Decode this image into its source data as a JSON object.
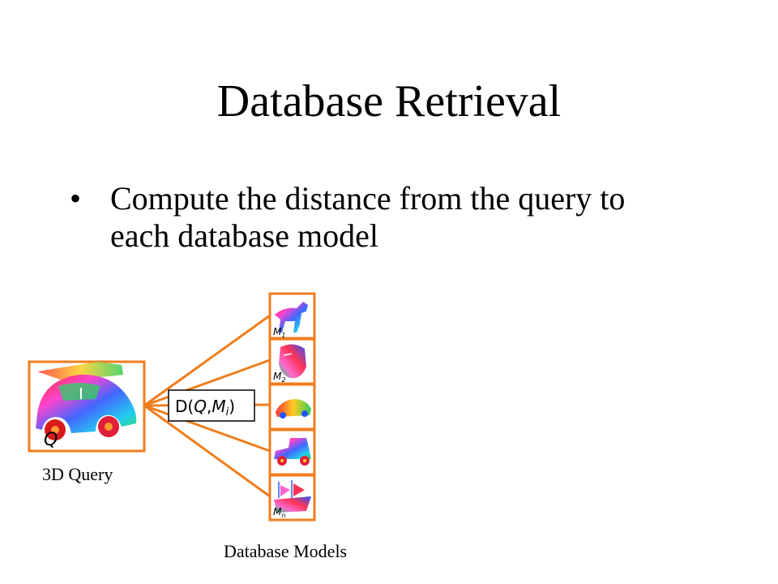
{
  "slide": {
    "title": "Database Retrieval",
    "bullet": "Compute the distance from the query to each database model"
  },
  "diagram": {
    "query_label": "Q",
    "query_caption": "3D Query",
    "distance_label": "D(Q,Mi)",
    "distance_parts": {
      "prefix": "D(",
      "q": "Q",
      "comma": ",",
      "m": "M",
      "sub": "i",
      "suffix": ")"
    },
    "models_caption": "Database Models",
    "models": [
      {
        "label": "M",
        "sub": "1",
        "icon": "wolf-model-icon"
      },
      {
        "label": "M",
        "sub": "2",
        "icon": "head-bust-model-icon"
      },
      {
        "label": "",
        "sub": "",
        "icon": "sports-car-model-icon"
      },
      {
        "label": "",
        "sub": "",
        "icon": "vintage-car-model-icon"
      },
      {
        "label": "M",
        "sub": "n",
        "icon": "ship-model-icon"
      }
    ],
    "colors": {
      "connector": "#f07d1c",
      "box_border": "#f07d1c",
      "label_box_border": "#000000"
    }
  }
}
